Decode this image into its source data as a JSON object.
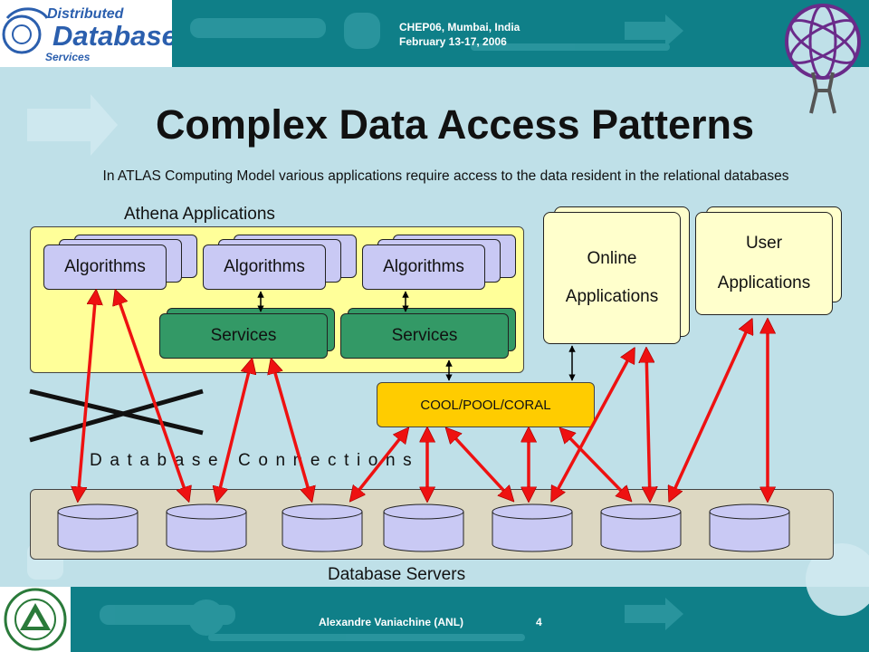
{
  "header": {
    "logo_line1": "Distributed",
    "logo_line2": "Database",
    "logo_line3": "Services",
    "conference": "CHEP06, Mumbai, India",
    "dates": "February 13-17, 2006"
  },
  "slide": {
    "title": "Complex Data Access Patterns",
    "subtitle": "In ATLAS Computing Model various applications require access to the data resident in the relational databases"
  },
  "diagram": {
    "athena_label": "Athena Applications",
    "algorithms": [
      "Algorithms",
      "Algorithms",
      "Algorithms"
    ],
    "services": [
      "Services",
      "Services"
    ],
    "online_app": {
      "line1": "Online",
      "line2": "Applications"
    },
    "user_app": {
      "line1": "User",
      "line2": "Applications"
    },
    "cool_label": "COOL/POOL/CORAL",
    "db_connections_label": "Database Connections",
    "db_servers_label": "Database Servers",
    "database_count": 7,
    "colors": {
      "connection_arrow": "#ee1111",
      "algorithm_box": "#c9c9f4",
      "services_box": "#339966",
      "cool_box": "#ffcc00",
      "athena_panel": "#ffff99",
      "app_box": "#ffffcc"
    }
  },
  "footer": {
    "author": "Alexandre Vaniachine (ANL)",
    "page": "4"
  }
}
